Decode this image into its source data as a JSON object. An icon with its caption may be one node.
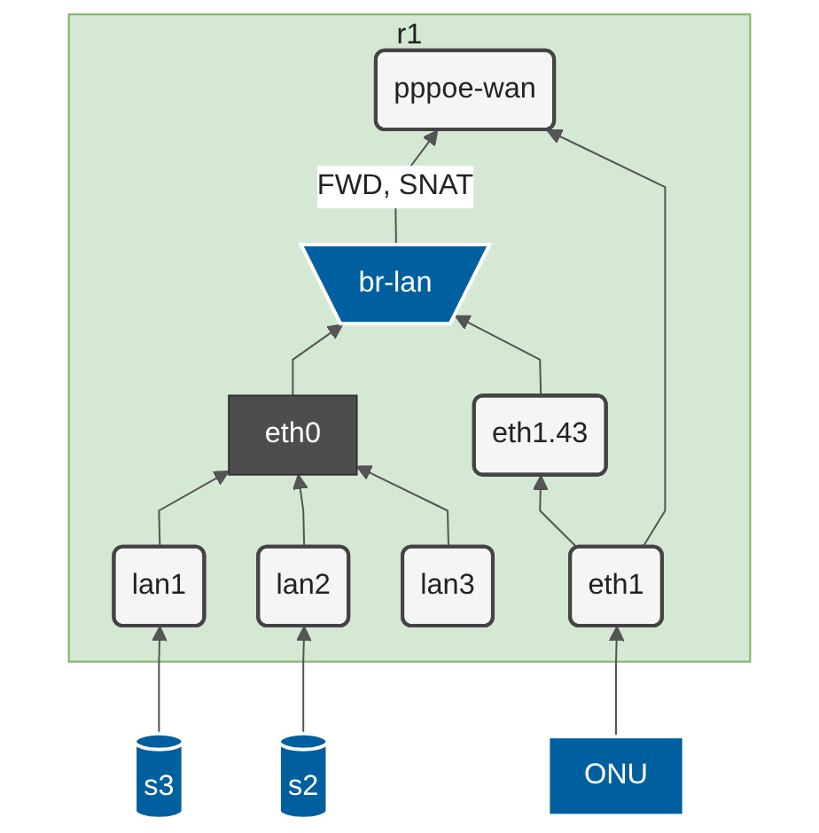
{
  "diagram": {
    "nodes": [
      {
        "text": [
          "r1"
        ]
      },
      {
        "text": [
          "br-lan"
        ],
        "in": 0
      },
      {
        "text": [
          "eth0"
        ],
        "in": 0
      },
      {
        "text": [
          "eth1.43"
        ],
        "in": 0
      },
      {
        "text": [
          "pppoe-wan"
        ],
        "in": 0
      },
      {
        "text": [
          "lan1"
        ],
        "in": 0
      },
      {
        "text": [
          "lan2"
        ],
        "in": 0
      },
      {
        "text": [
          "lan3"
        ],
        "in": 0
      },
      {
        "text": [
          "eth1"
        ],
        "in": 0
      },
      {
        "text": [
          "s3"
        ]
      },
      {
        "text": [
          "s2"
        ]
      },
      {
        "text": [
          "ONU"
        ]
      }
    ],
    "edges": [
      {
        "from": 1,
        "to": 4,
        "arrow": "to",
        "label": "FWD, SNAT"
      },
      {
        "from": 2,
        "to": 1,
        "arrow": "to"
      },
      {
        "from": 3,
        "to": 1,
        "arrow": "to"
      },
      {
        "from": 5,
        "to": 2,
        "arrow": "to"
      },
      {
        "from": 6,
        "to": 2,
        "arrow": "to"
      },
      {
        "from": 7,
        "to": 2,
        "arrow": "to"
      },
      {
        "from": 8,
        "to": 3,
        "arrow": "to"
      },
      {
        "from": 8,
        "to": 4,
        "arrow": "to"
      },
      {
        "from": 9,
        "to": 5,
        "arrow": "to"
      },
      {
        "from": 10,
        "to": 6,
        "arrow": "to"
      },
      {
        "from": 11,
        "to": 8,
        "arrow": "to"
      }
    ]
  }
}
